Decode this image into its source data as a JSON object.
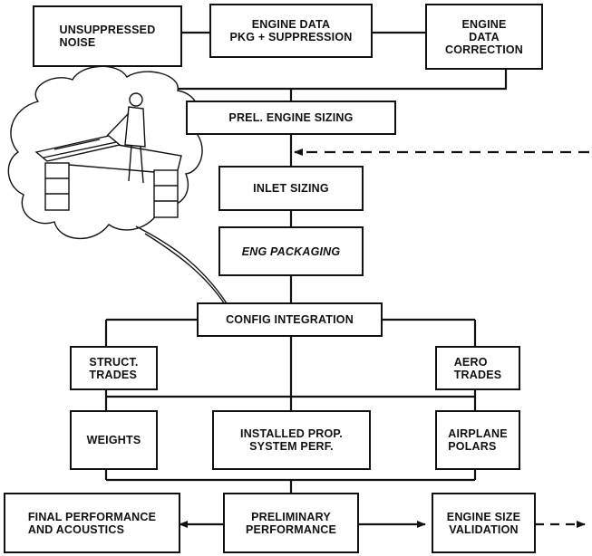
{
  "boxes": {
    "unsuppressed_noise": "UNSUPPRESSED\nNOISE",
    "engine_data_pkg": "ENGINE DATA\nPKG + SUPPRESSION",
    "engine_data_correction": "ENGINE\nDATA\nCORRECTION",
    "prel_engine_sizing": "PREL. ENGINE SIZING",
    "inlet_sizing": "INLET SIZING",
    "eng_packaging": "ENG PACKAGING",
    "config_integration": "CONFIG INTEGRATION",
    "struct_trades": "STRUCT.\nTRADES",
    "aero_trades": "AERO\nTRADES",
    "weights": "WEIGHTS",
    "installed_prop": "INSTALLED PROP.\nSYSTEM PERF.",
    "airplane_polars": "AIRPLANE\nPOLARS",
    "final_performance": "FINAL PERFORMANCE\nAND ACOUSTICS",
    "preliminary_performance": "PRELIMINARY\nPERFORMANCE",
    "engine_size_validation": "ENGINE SIZE\nVALIDATION"
  },
  "colors": {
    "line": "#111111",
    "background": "#ffffff"
  },
  "illustration": {
    "subject": "engineer-at-drafting-table"
  }
}
